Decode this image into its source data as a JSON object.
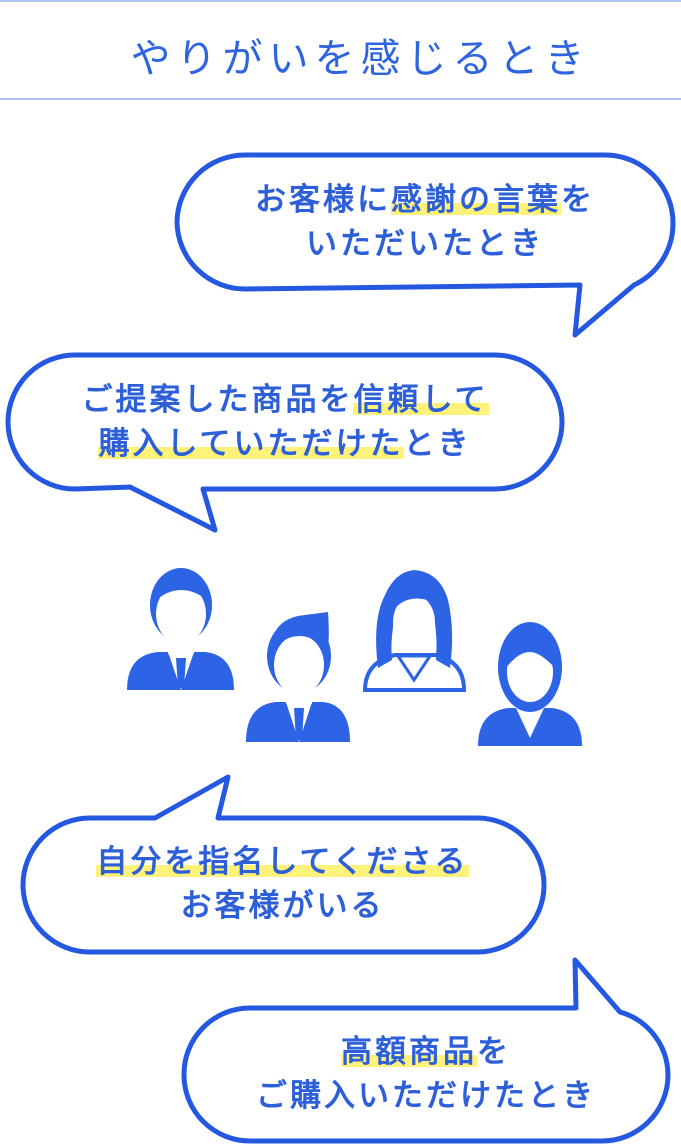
{
  "title": "やりがいを感じるとき",
  "colors": {
    "accent": "#2d64e0",
    "highlight": "#fff27a",
    "rule": "#aec3f3"
  },
  "bubbles": [
    {
      "line1": {
        "before": "お客様に",
        "highlight": "感謝の言葉",
        "after": "を"
      },
      "line2": "いただいたとき"
    },
    {
      "line1": {
        "before": "ご提案した商品を",
        "highlight": "信頼して",
        "after": ""
      },
      "line2": {
        "before": "",
        "highlight": "購入していただけた",
        "after": "とき"
      }
    },
    {
      "line1": {
        "before": "",
        "highlight": "自分を指名してくださる",
        "after": ""
      },
      "line2": "お客様がいる"
    },
    {
      "line1": {
        "before": "",
        "highlight": "高額商品",
        "after": "を"
      },
      "line2": "ご購入いただけたとき"
    }
  ],
  "icons": [
    "business-man-icon",
    "business-man-icon",
    "business-woman-icon",
    "business-woman-icon"
  ]
}
